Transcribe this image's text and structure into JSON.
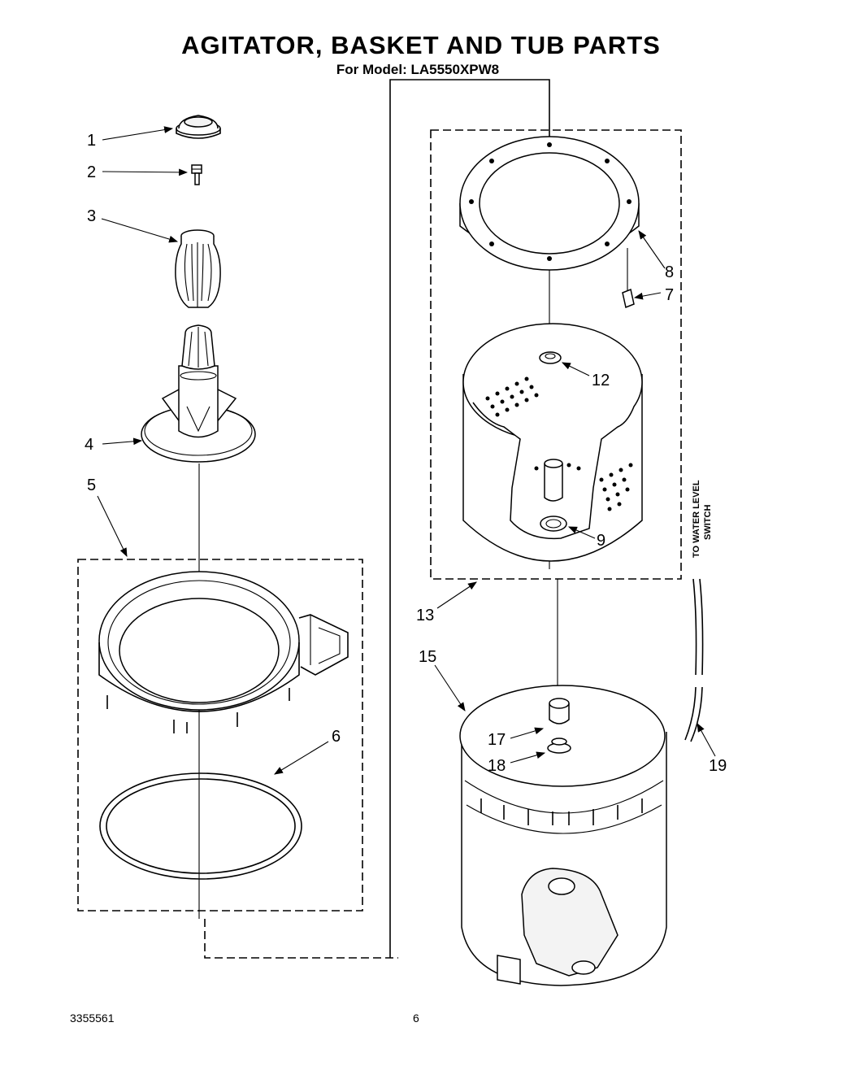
{
  "title": "AGITATOR, BASKET AND TUB PARTS",
  "subtitle": "For Model: LA5550XPW8",
  "side_label": "TO WATER LEVEL SWITCH",
  "side_label_lines": [
    "TO WATER LEVEL",
    "SWITCH"
  ],
  "callouts": [
    "1",
    "2",
    "3",
    "4",
    "5",
    "6",
    "7",
    "8",
    "9",
    "12",
    "13",
    "15",
    "17",
    "18",
    "19"
  ],
  "footer": {
    "code": "3355561",
    "page": "6"
  }
}
